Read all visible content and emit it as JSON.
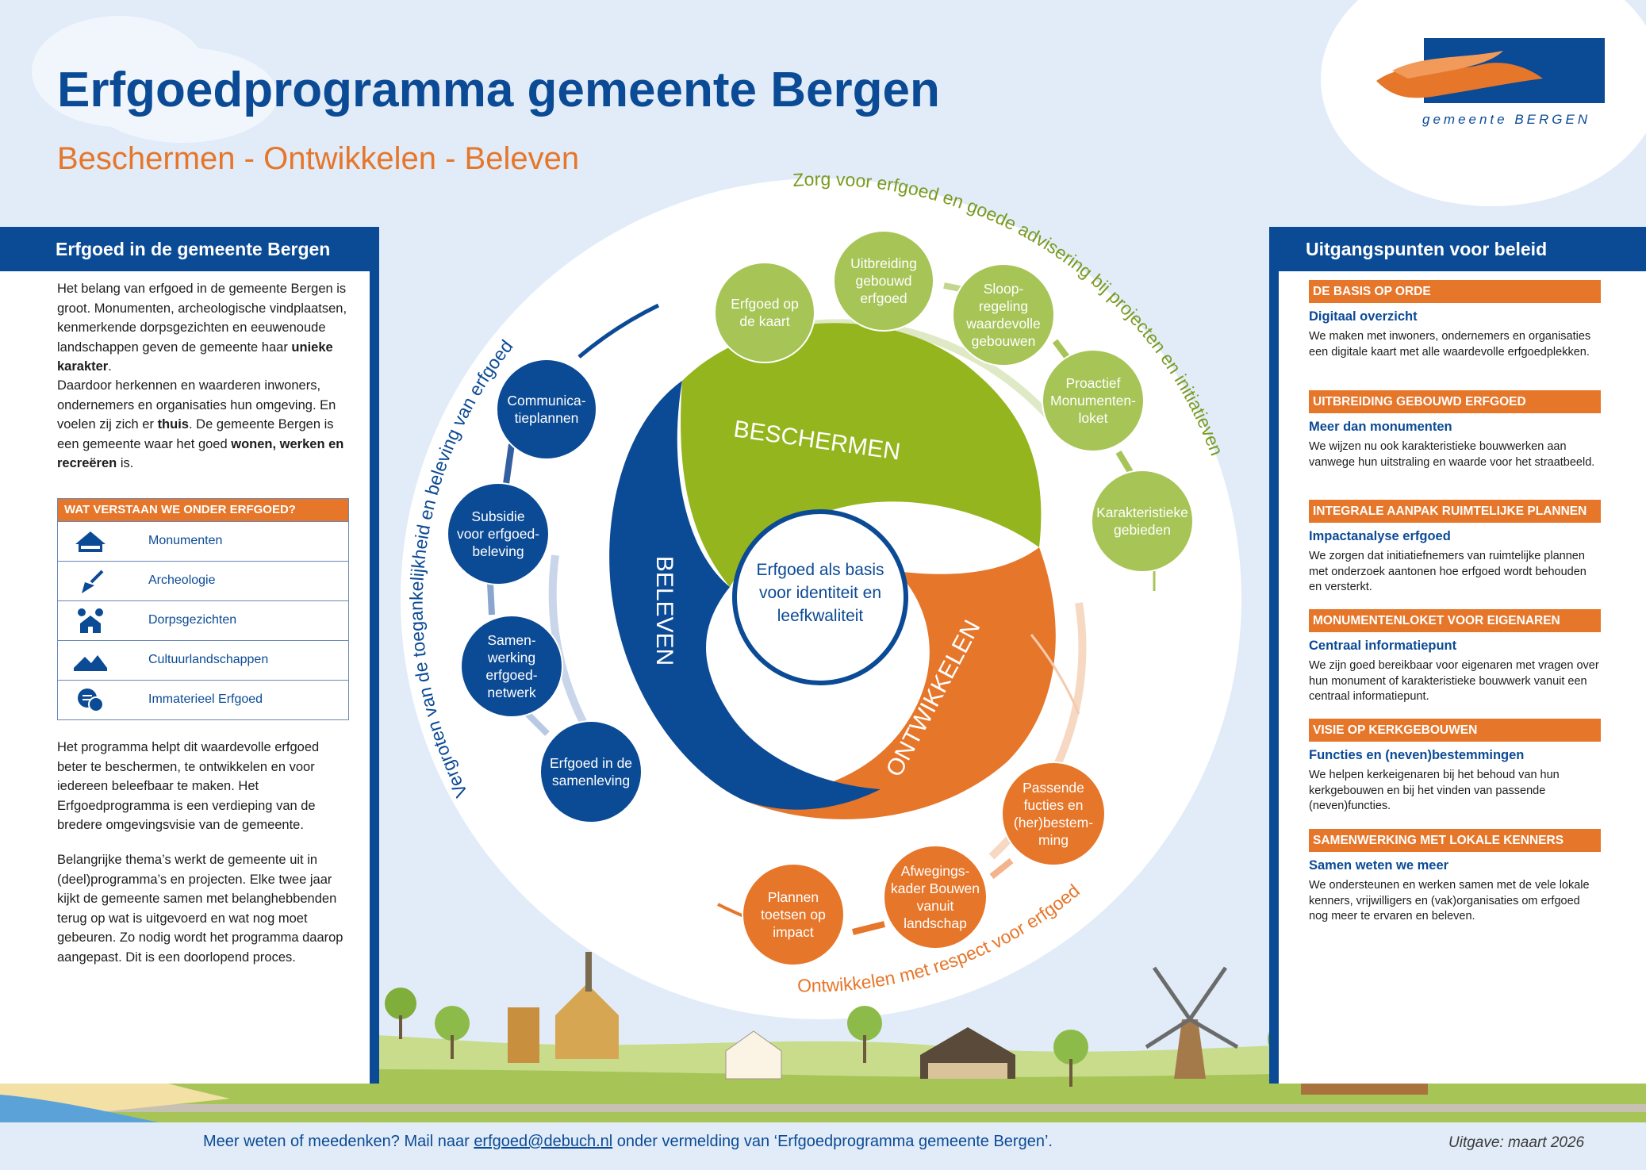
{
  "header": {
    "title": "Erfgoedprogramma gemeente Bergen",
    "subtitle": "Beschermen - Ontwikkelen - Beleven",
    "logo_text": "gemeente BERGEN"
  },
  "left_panel": {
    "title": "Erfgoed in de gemeente Bergen",
    "intro_1": "Het belang van erfgoed in de gemeente Bergen is groot. Monumenten, archeologische vindplaatsen, kenmerkende dorpsgezichten en eeuwenoude landschappen geven de gemeente haar ",
    "intro_1_bold": "unieke karakter",
    "intro_1_end": ".",
    "intro_2a": "Daardoor herkennen en waarderen inwoners, ondernemers en organisaties hun omgeving. En voelen zij zich er ",
    "intro_2_bold1": "thuis",
    "intro_2b": ". De gemeente Bergen is een gemeente waar het goed ",
    "intro_2_bold2": "wonen, werken en recreëren",
    "intro_2c": " is.",
    "categories_title": "WAT VERSTAAN WE ONDER ERFGOED?",
    "categories": [
      {
        "label": "Monumenten",
        "icon": "monument-icon"
      },
      {
        "label": "Archeologie",
        "icon": "trowel-icon"
      },
      {
        "label": "Dorpsgezichten",
        "icon": "village-icon"
      },
      {
        "label": "Cultuurlandschappen",
        "icon": "landscape-icon"
      },
      {
        "label": "Immaterieel Erfgoed",
        "icon": "speech-bubbles-icon"
      }
    ],
    "outro_1": "Het programma helpt dit waardevolle erfgoed beter te beschermen, te ontwikkelen en voor iedereen beleefbaar te maken. Het Erfgoedprogramma is een verdieping van de bredere omgevingsvisie van de gemeente.",
    "outro_2": "Belangrijke thema’s werkt de gemeente uit in (deel)programma’s en projecten. Elke twee jaar kijkt de gemeente samen met belanghebbenden terug op wat is uitgevoerd en wat nog moet gebeuren. Zo nodig wordt het programma daarop aangepast. Dit is een doorlopend proces."
  },
  "right_panel": {
    "title": "Uitgangspunten voor beleid",
    "sections": [
      {
        "head": "DE BASIS OP ORDE",
        "sub": "Digitaal overzicht",
        "body": "We maken met inwoners, ondernemers en organisaties een digitale kaart met alle waardevolle erfgoedplekken."
      },
      {
        "head": "UITBREIDING GEBOUWD ERFGOED",
        "sub": "Meer dan monumenten",
        "body": "We wijzen nu ook karakteristieke bouwwerken aan vanwege hun uitstraling en waarde voor het straatbeeld."
      },
      {
        "head": "INTEGRALE AANPAK RUIMTELIJKE PLANNEN",
        "sub": "Impactanalyse erfgoed",
        "body": "We zorgen dat initiatiefnemers van ruimtelijke plannen met onderzoek aantonen hoe erfgoed wordt behouden en versterkt."
      },
      {
        "head": "MONUMENTENLOKET VOOR EIGENAREN",
        "sub": "Centraal informatiepunt",
        "body": "We zijn goed bereikbaar voor eigenaren met vragen over hun monument of karakteristieke bouwwerk vanuit een centraal informatiepunt."
      },
      {
        "head": "VISIE OP KERKGEBOUWEN",
        "sub": "Functies en (neven)bestemmingen",
        "body": "We helpen kerkeigenaren bij het behoud van hun kerkgebouwen en bij het vinden van passende (neven)functies."
      },
      {
        "head": "SAMENWERKING MET LOKALE KENNERS",
        "sub": "Samen weten we meer",
        "body": "We ondersteunen en werken samen met de vele lokale kenners, vrijwilligers en (vak)organisaties om erfgoed nog meer te ervaren en beleven."
      }
    ]
  },
  "diagram": {
    "center": "Erfgoed als basis\nvoor identiteit en\nleefkwaliteit",
    "segment_beschermen": "BESCHERMEN",
    "segment_ontwikkelen": "ONTWIKKELEN",
    "segment_beleven": "BELEVEN",
    "arc_green": "Zorg voor erfgoed en goede advisering bij projecten en initiatieven",
    "arc_blue": "Vergroten van de toegankelijkheid en beleving van erfgoed",
    "arc_orange": "Ontwikkelen met respect voor erfgoed",
    "green_nodes": [
      "Erfgoed op\nde kaart",
      "Uitbreiding\ngebouwd\nerfgoed",
      "Sloop-\nregeling\nwaardevolle\ngebouwen",
      "Proactief\nMonumenten-\nloket",
      "Karakteristieke\ngebieden"
    ],
    "blue_nodes": [
      "Communica-\ntieplannen",
      "Subsidie\nvoor erfgoed-\nbeleving",
      "Samen-\nwerking\nerfgoed-\nnetwerk",
      "Erfgoed in de\nsamenleving"
    ],
    "orange_nodes": [
      "Passende\nfucties en\n(her)bestem-\nming",
      "Afwegings-\nkader Bouwen\nvanuit\nlandschap",
      "Plannen\ntoetsen op\nimpact"
    ]
  },
  "footer": {
    "text_before": "Meer weten of meedenken? Mail naar ",
    "email": "erfgoed@debuch.nl",
    "text_after": " onder vermelding van ‘Erfgoedprogramma gemeente Bergen’.",
    "issued": "Uitgave: maart 2026"
  },
  "colors": {
    "blue": "#0b4a95",
    "orange": "#e6762a",
    "green": "#a7c457",
    "sky": "#e1ecf8"
  }
}
